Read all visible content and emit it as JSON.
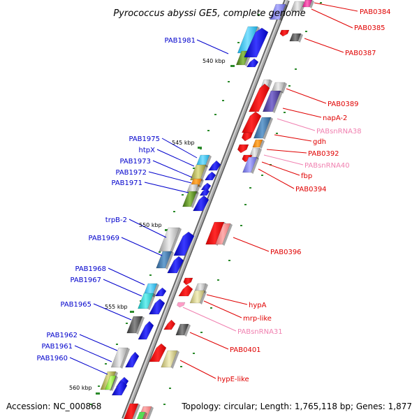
{
  "title": "Pyrococcus abyssi GE5, complete genome",
  "footer": {
    "accession": "Accession: NC_000868",
    "topology": "Topology: circular; Length: 1,765,118 bp; Genes: 1,877"
  },
  "colors": {
    "backbone": "#8a8a8a",
    "right_label": "#e00000",
    "left_label": "#0000cc",
    "rna_label": "#f080b0",
    "tick": "#2a8a2a"
  },
  "scale_labels": [
    "540 kbp",
    "545 kbp",
    "550 kbp",
    "555 kbp",
    "560 kbp"
  ],
  "right_genes": [
    {
      "name": "PAB0384",
      "type": "protein"
    },
    {
      "name": "PAB0385",
      "type": "protein"
    },
    {
      "name": "PAB0387",
      "type": "protein"
    },
    {
      "name": "PAB0389",
      "type": "protein"
    },
    {
      "name": "napA-2",
      "type": "protein"
    },
    {
      "name": "PABsnRNA38",
      "type": "rna"
    },
    {
      "name": "gdh",
      "type": "protein"
    },
    {
      "name": "PAB0392",
      "type": "protein"
    },
    {
      "name": "PABsnRNA40",
      "type": "rna"
    },
    {
      "name": "fbp",
      "type": "protein"
    },
    {
      "name": "PAB0394",
      "type": "protein"
    },
    {
      "name": "PAB0396",
      "type": "protein"
    },
    {
      "name": "hypA",
      "type": "protein"
    },
    {
      "name": "mrp-like",
      "type": "protein"
    },
    {
      "name": "PABsnRNA31",
      "type": "rna"
    },
    {
      "name": "PAB0401",
      "type": "protein"
    },
    {
      "name": "hypE-like",
      "type": "protein"
    }
  ],
  "left_genes": [
    {
      "name": "PAB1981"
    },
    {
      "name": "PAB1975"
    },
    {
      "name": "htpX"
    },
    {
      "name": "PAB1973"
    },
    {
      "name": "PAB1972"
    },
    {
      "name": "PAB1971"
    },
    {
      "name": "trpB-2"
    },
    {
      "name": "PAB1969"
    },
    {
      "name": "PAB1968"
    },
    {
      "name": "PAB1967"
    },
    {
      "name": "PAB1965"
    },
    {
      "name": "PAB1962"
    },
    {
      "name": "PAB1961"
    },
    {
      "name": "PAB1960"
    }
  ]
}
